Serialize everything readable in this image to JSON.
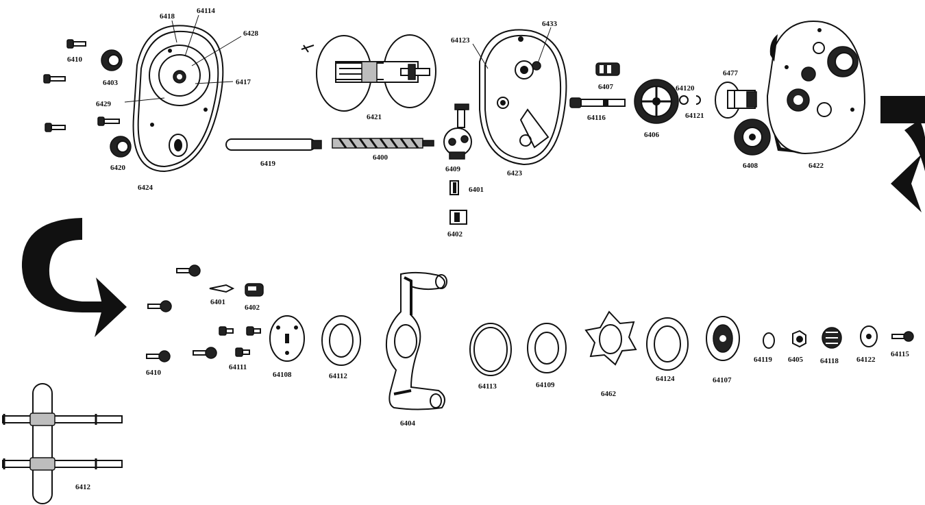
{
  "parts": {
    "p6410a": "6410",
    "p6403": "6403",
    "p6418": "6418",
    "p64114": "64114",
    "p6428": "6428",
    "p6417": "6417",
    "p6429": "6429",
    "p6420": "6420",
    "p6424": "6424",
    "p6419": "6419",
    "p6400": "6400",
    "p6421": "6421",
    "p6409": "6409",
    "p6401a": "6401",
    "p6402a": "6402",
    "p64123": "64123",
    "p6433": "6433",
    "p6423": "6423",
    "p6407": "6407",
    "p64116": "64116",
    "p6406": "6406",
    "p64120": "64120",
    "p64121": "64121",
    "p6477": "6477",
    "p6408": "6408",
    "p6422": "6422",
    "p6401b": "6401",
    "p6402b": "6402",
    "p6410b": "6410",
    "p64111": "64111",
    "p64108": "64108",
    "p64112": "64112",
    "p6404": "6404",
    "p64113": "64113",
    "p64109": "64109",
    "p6462": "6462",
    "p64124": "64124",
    "p64107": "64107",
    "p64119": "64119",
    "p6405": "6405",
    "p64118": "64118",
    "p64122": "64122",
    "p64115": "64115",
    "p6412": "6412"
  }
}
